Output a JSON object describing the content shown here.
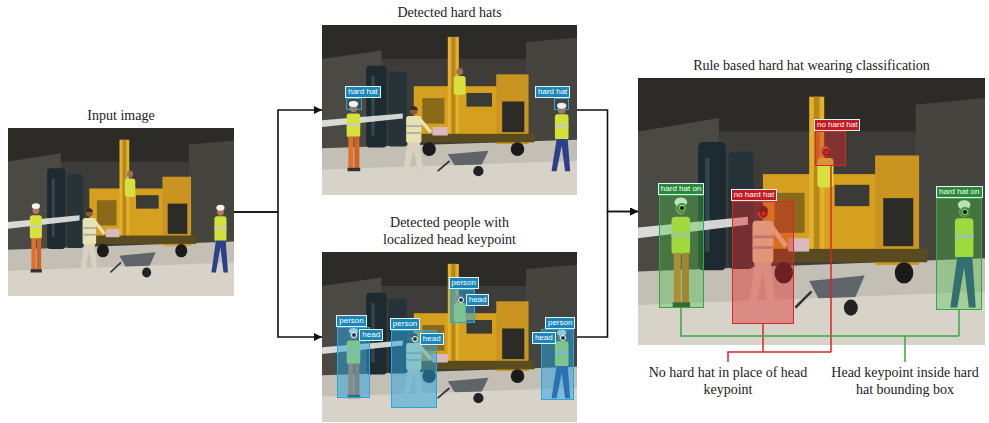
{
  "diagram": {
    "nodes": [
      {
        "text": [
          "Input image"
        ]
      },
      {
        "text": [
          "Detected hard hats"
        ]
      },
      {
        "text": [
          "hard hat"
        ],
        "in": 1
      },
      {
        "text": [
          "hard hat"
        ],
        "in": 1
      },
      {
        "text": [
          "Detected people with localized head keypoint"
        ]
      },
      {
        "text": [
          "person",
          "head"
        ],
        "in": 4
      },
      {
        "text": [
          "person",
          "head"
        ],
        "in": 4
      },
      {
        "text": [
          "person",
          "head"
        ],
        "in": 4
      },
      {
        "text": [
          "person",
          "head"
        ],
        "in": 4
      },
      {
        "text": [
          "Rule based hard hat wearing classification"
        ]
      },
      {
        "text": [
          "hard hat on"
        ],
        "in": 9
      },
      {
        "text": [
          "no hard hat"
        ],
        "in": 9
      },
      {
        "text": [
          "no hard hat"
        ],
        "in": 9
      },
      {
        "text": [
          "hard hat on"
        ],
        "in": 9
      }
    ],
    "edges": [
      {
        "from": 0,
        "to": 1,
        "arrow": "to"
      },
      {
        "from": 0,
        "to": 4,
        "arrow": "to"
      },
      {
        "from": 1,
        "to": 9,
        "arrow": "to"
      },
      {
        "from": 4,
        "to": 9,
        "arrow": "to"
      }
    ],
    "labels": [
      "No hard hat in place of head keypoint",
      "Head keypoint inside hard hat bounding box"
    ]
  }
}
